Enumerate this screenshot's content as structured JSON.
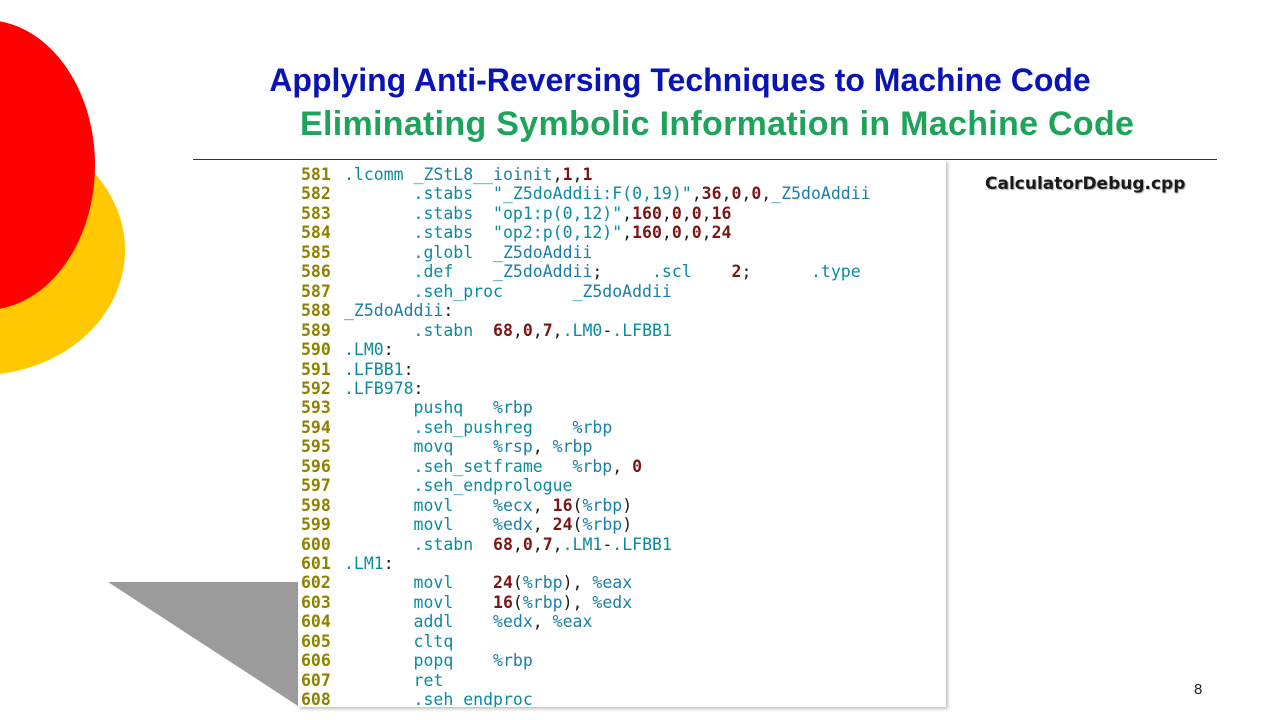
{
  "slide": {
    "title": "Applying Anti-Reversing Techniques to Machine Code",
    "subtitle": "Eliminating Symbolic Information in Machine Code",
    "filename": "CalculatorDebug.cpp",
    "page_number": "8"
  },
  "colors": {
    "title": "#0a14b4",
    "subtitle": "#1ea35b",
    "deco_red": "#ff0000",
    "deco_yellow": "#ffc800",
    "line_number": "#8d8200"
  },
  "code": {
    "lines": [
      {
        "num": "581",
        "text": ".lcomm _ZStL8__ioinit,1,1"
      },
      {
        "num": "582",
        "text": "       .stabs  \"_Z5doAddii:F(0,19)\",36,0,0,_Z5doAddii"
      },
      {
        "num": "583",
        "text": "       .stabs  \"op1:p(0,12)\",160,0,0,16"
      },
      {
        "num": "584",
        "text": "       .stabs  \"op2:p(0,12)\",160,0,0,24"
      },
      {
        "num": "585",
        "text": "       .globl  _Z5doAddii"
      },
      {
        "num": "586",
        "text": "       .def    _Z5doAddii;     .scl    2;      .type"
      },
      {
        "num": "587",
        "text": "       .seh_proc       _Z5doAddii"
      },
      {
        "num": "588",
        "text": "_Z5doAddii:"
      },
      {
        "num": "589",
        "text": "       .stabn  68,0,7,.LM0-.LFBB1"
      },
      {
        "num": "590",
        "text": ".LM0:"
      },
      {
        "num": "591",
        "text": ".LFBB1:"
      },
      {
        "num": "592",
        "text": ".LFB978:"
      },
      {
        "num": "593",
        "text": "       pushq   %rbp"
      },
      {
        "num": "594",
        "text": "       .seh_pushreg    %rbp"
      },
      {
        "num": "595",
        "text": "       movq    %rsp, %rbp"
      },
      {
        "num": "596",
        "text": "       .seh_setframe   %rbp, 0"
      },
      {
        "num": "597",
        "text": "       .seh_endprologue"
      },
      {
        "num": "598",
        "text": "       movl    %ecx, 16(%rbp)"
      },
      {
        "num": "599",
        "text": "       movl    %edx, 24(%rbp)"
      },
      {
        "num": "600",
        "text": "       .stabn  68,0,7,.LM1-.LFBB1"
      },
      {
        "num": "601",
        "text": ".LM1:"
      },
      {
        "num": "602",
        "text": "       movl    24(%rbp), %eax"
      },
      {
        "num": "603",
        "text": "       movl    16(%rbp), %edx"
      },
      {
        "num": "604",
        "text": "       addl    %edx, %eax"
      },
      {
        "num": "605",
        "text": "       cltq"
      },
      {
        "num": "606",
        "text": "       popq    %rbp"
      },
      {
        "num": "607",
        "text": "       ret"
      },
      {
        "num": "608",
        "text": "       .seh_endproc"
      }
    ]
  }
}
